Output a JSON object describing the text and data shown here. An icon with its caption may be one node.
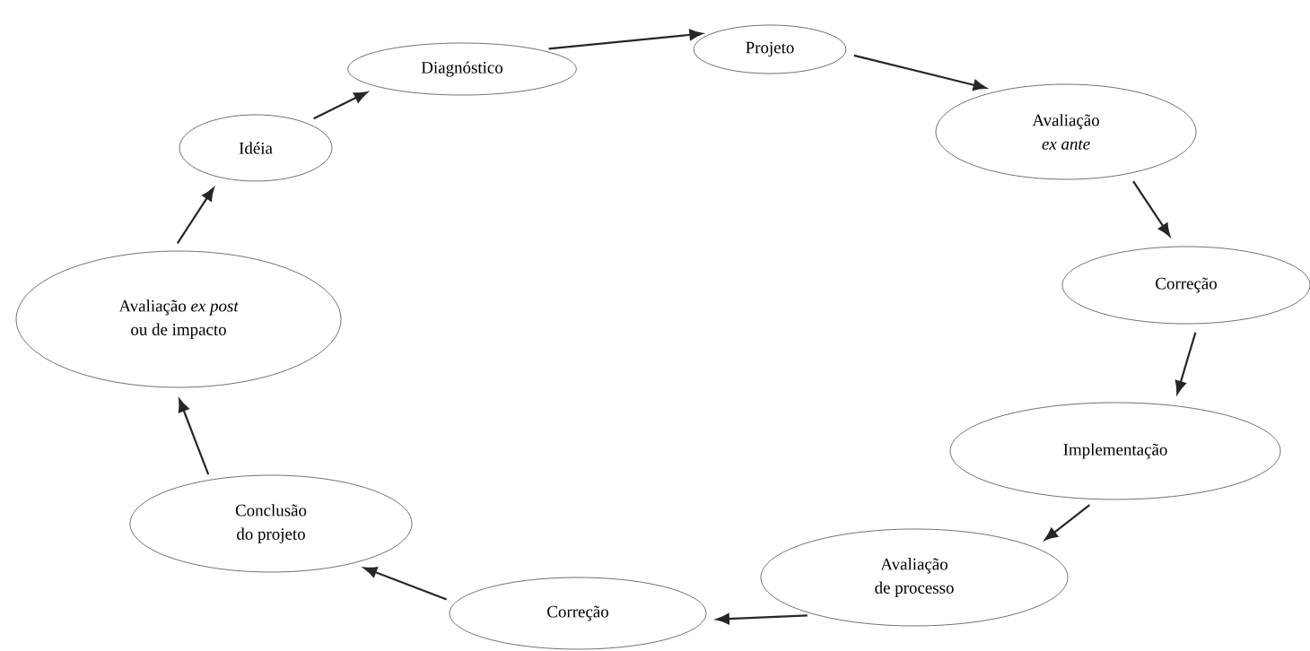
{
  "diagram": {
    "nodes": [
      {
        "text": [
          "Idéia"
        ]
      },
      {
        "text": [
          "Diagnóstico"
        ]
      },
      {
        "text": [
          "Projeto"
        ]
      },
      {
        "text": [
          "Avaliação *ex ante*"
        ]
      },
      {
        "text": [
          "Correção"
        ]
      },
      {
        "text": [
          "Implementação"
        ]
      },
      {
        "text": [
          "Avaliação de processo"
        ]
      },
      {
        "text": [
          "Correção"
        ]
      },
      {
        "text": [
          "Conclusão do projeto"
        ]
      },
      {
        "text": [
          "Avaliação *ex post* ou de impacto"
        ]
      }
    ],
    "edges": [
      {
        "from": 0,
        "to": 1,
        "arrow": "to"
      },
      {
        "from": 1,
        "to": 2,
        "arrow": "to"
      },
      {
        "from": 2,
        "to": 3,
        "arrow": "to"
      },
      {
        "from": 3,
        "to": 4,
        "arrow": "to"
      },
      {
        "from": 4,
        "to": 5,
        "arrow": "to"
      },
      {
        "from": 5,
        "to": 6,
        "arrow": "to"
      },
      {
        "from": 6,
        "to": 7,
        "arrow": "to"
      },
      {
        "from": 7,
        "to": 8,
        "arrow": "to"
      },
      {
        "from": 8,
        "to": 9,
        "arrow": "to"
      },
      {
        "from": 9,
        "to": 0,
        "arrow": "to"
      }
    ]
  }
}
